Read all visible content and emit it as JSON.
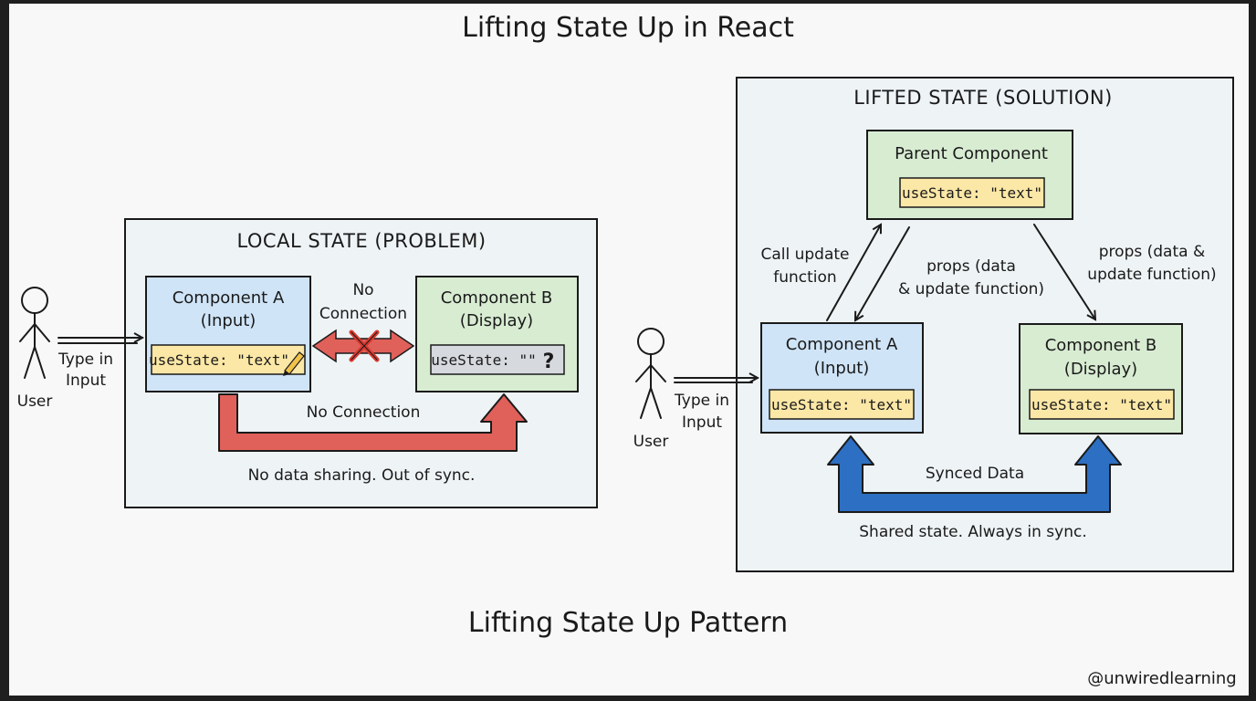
{
  "title": "Lifting State Up in React",
  "footer": "Lifting State Up Pattern",
  "credit": "@unwiredlearning",
  "local": {
    "title": "LOCAL STATE (PROBLEM)",
    "user_label": "User",
    "input_label_1": "Type in",
    "input_label_2": "Input",
    "component_a": {
      "line1": "Component A",
      "line2": "(Input)",
      "state": "useState: \"text\""
    },
    "component_b": {
      "line1": "Component B",
      "line2": "(Display)",
      "state": "useState: \"\"",
      "unknown": "?"
    },
    "no_connection_top_1": "No",
    "no_connection_top_2": "Connection",
    "no_connection_bottom": "No Connection",
    "caption": "No data sharing. Out of sync.",
    "colors": {
      "arrow": "#e0605a",
      "cross": "#d93a30"
    }
  },
  "lifted": {
    "title": "LIFTED STATE (SOLUTION)",
    "user_label": "User",
    "input_label_1": "Type in",
    "input_label_2": "Input",
    "parent": {
      "line1": "Parent Component",
      "state": "useState: \"text\""
    },
    "component_a": {
      "line1": "Component A",
      "line2": "(Input)",
      "state": "useState: \"text\""
    },
    "component_b": {
      "line1": "Component B",
      "line2": "(Display)",
      "state": "useState: \"text\""
    },
    "call_update_1": "Call update",
    "call_update_2": "function",
    "props_a_1": "props (data",
    "props_a_2": "& update function)",
    "props_b_1": "props (data &",
    "props_b_2": "update function)",
    "synced": "Synced Data",
    "caption": "Shared state. Always in sync.",
    "colors": {
      "arrow": "#2d6fc2"
    }
  },
  "colors": {
    "panel_bg": "#eef3f5",
    "blue_box": "#cfe4f7",
    "green_box": "#d8ecd2",
    "yellow_state": "#fbe7a6",
    "grey_state": "#d6d9de"
  }
}
